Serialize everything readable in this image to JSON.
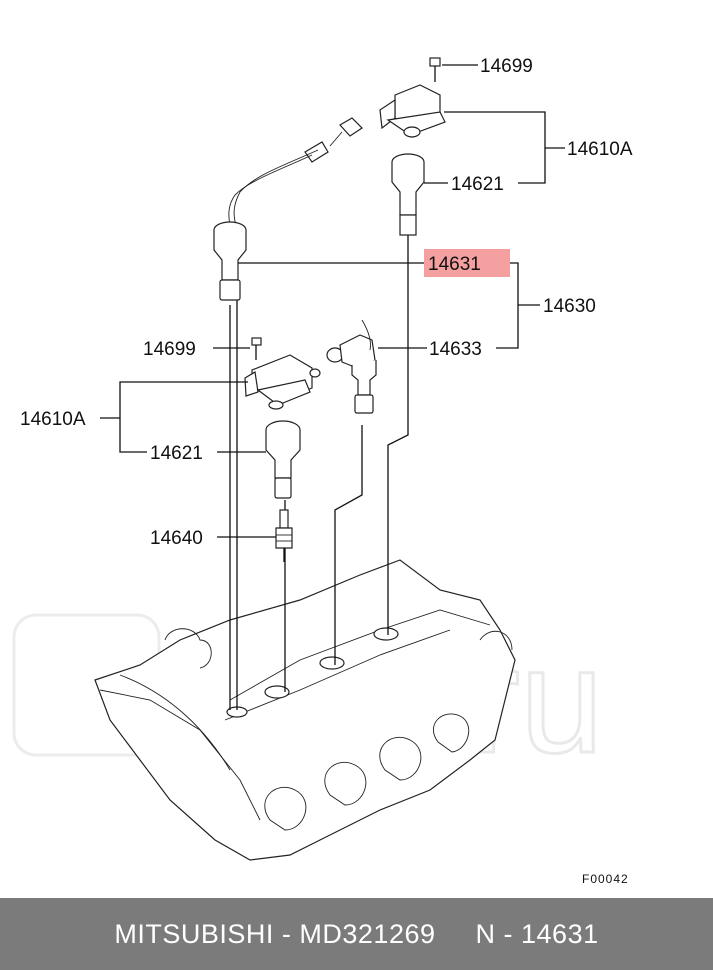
{
  "diagram": {
    "watermark": "Ruli.ru",
    "figure_code": "F00042",
    "callouts": {
      "bolt_top": "14699",
      "coil_top": "14610A",
      "boot_top": "14621",
      "cable": "14631",
      "cable_assy": "14630",
      "cable_end": "14633",
      "bolt_left": "14699",
      "coil_left": "14610A",
      "boot_left": "14621",
      "spark_plug": "14640"
    },
    "highlight_color": "#f4a0a0"
  },
  "footer": {
    "brand": "MITSUBISHI",
    "sep1": " - ",
    "part_number": "MD321269",
    "gap": "     ",
    "ref_prefix": "N - ",
    "ref_number": "14631"
  }
}
